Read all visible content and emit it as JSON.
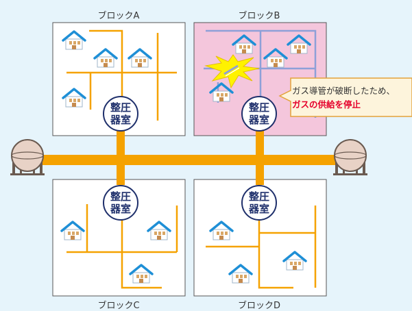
{
  "blocks": {
    "a": {
      "label": "ブロックA"
    },
    "b": {
      "label": "ブロックB"
    },
    "c": {
      "label": "ブロックC"
    },
    "d": {
      "label": "ブロックD"
    }
  },
  "regulator": {
    "line1": "整圧",
    "line2": "器室"
  },
  "callout": {
    "line1": "ガス導管が破断したため、",
    "line2": "ガスの供給を停止"
  },
  "colors": {
    "background": "#e6f4fb",
    "pipe": "#f5a200",
    "damaged_block": "#f4c6dc",
    "damaged_pipe": "#8ea0d8",
    "regulator_border": "#1e2f6b",
    "alert_text": "#e5002b",
    "house_roof": "#1e8fd6"
  }
}
